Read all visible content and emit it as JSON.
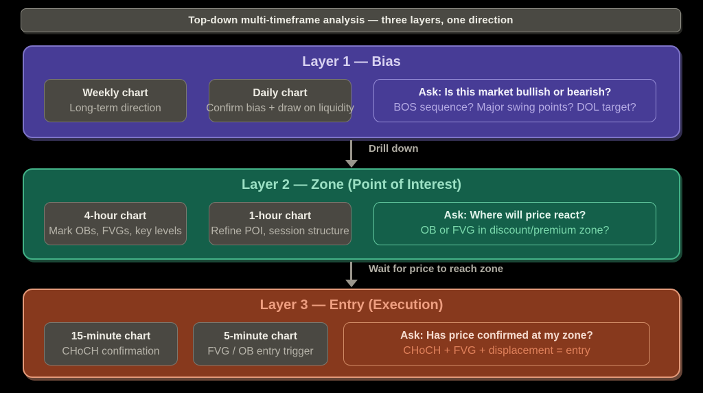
{
  "banner": {
    "title": "Top-down multi-timeframe analysis — three layers, one direction"
  },
  "layers": [
    {
      "title": "Layer 1 — Bias",
      "colors": {
        "fill": "#473c96",
        "border": "#7e74c8",
        "title": "#d8d2f1",
        "ask_border": "#968dd6",
        "ask_subtitle": "#b3a9e3"
      },
      "cards": [
        {
          "title": "Weekly chart",
          "subtitle": "Long-term direction"
        },
        {
          "title": "Daily chart",
          "subtitle": "Confirm bias + draw on liquidity"
        }
      ],
      "ask": {
        "title": "Ask: Is this market bullish or bearish?",
        "subtitle": "BOS sequence? Major swing points? DOL target?"
      }
    },
    {
      "title": "Layer 2 — Zone (Point of Interest)",
      "colors": {
        "fill": "#14604a",
        "border": "#43b287",
        "title": "#9be0c4",
        "ask_border": "#63c9a0",
        "ask_subtitle": "#79d8ab"
      },
      "cards": [
        {
          "title": "4-hour chart",
          "subtitle": "Mark OBs, FVGs, key levels"
        },
        {
          "title": "1-hour chart",
          "subtitle": "Refine POI, session structure"
        }
      ],
      "ask": {
        "title": "Ask: Where will price react?",
        "subtitle": "OB or FVG in discount/premium zone?"
      }
    },
    {
      "title": "Layer 3 — Entry (Execution)",
      "colors": {
        "fill": "#87391d",
        "border": "#e49a7a",
        "title": "#ee9e80",
        "ask_border": "#d08a65",
        "ask_subtitle": "#e0815b"
      },
      "cards": [
        {
          "title": "15-minute chart",
          "subtitle": "CHoCH confirmation"
        },
        {
          "title": "5-minute chart",
          "subtitle": "FVG / OB entry trigger"
        }
      ],
      "ask": {
        "title": "Ask: Has price confirmed at my zone?",
        "subtitle": "CHoCH + FVG + displacement = entry"
      }
    }
  ],
  "connectors": [
    {
      "label": "Drill down"
    },
    {
      "label": "Wait for price to reach zone"
    }
  ],
  "shared_colors": {
    "background": "#000000",
    "banner_fill": "#4a4943",
    "card_fill": "#4a4842",
    "card_border": "#7a786f",
    "card_title": "#efede5",
    "card_subtitle": "#b6b3a9",
    "arrow": "#9a968c"
  }
}
